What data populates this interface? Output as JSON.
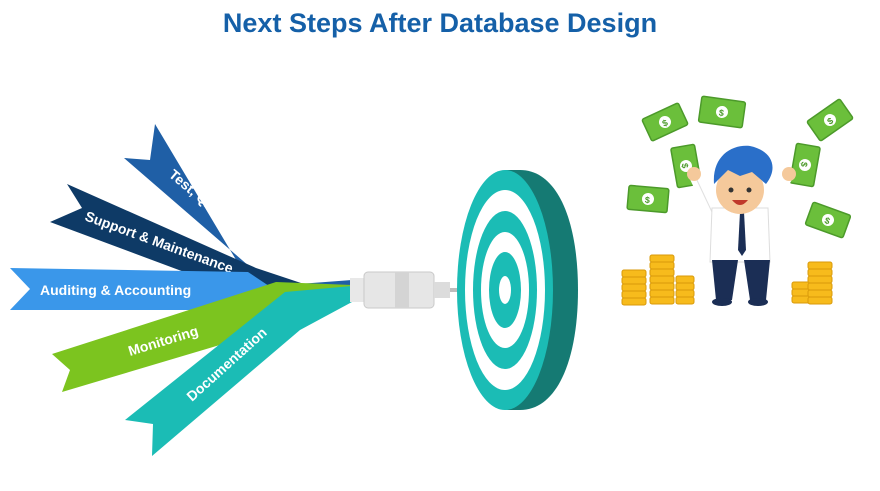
{
  "title": "Next Steps After Database Design",
  "ribbons": [
    {
      "label": "Test, QA, & Production",
      "color": "#1f5fa6"
    },
    {
      "label": "Support & Maintenance",
      "color": "#0e3a66"
    },
    {
      "label": "Auditing & Accounting",
      "color": "#3a97ea"
    },
    {
      "label": "Monitoring",
      "color": "#7cc41f"
    },
    {
      "label": "Documentation",
      "color": "#1bbcb5"
    }
  ],
  "colors": {
    "target_teal": "#1bbcb5",
    "target_dark": "#157a73",
    "dart_gray": "#c9c9c9",
    "money_green": "#6bbf3b",
    "coin_gold": "#f7bb1c",
    "hair_blue": "#2a6fc9"
  },
  "icons": [
    "dart-icon",
    "target-icon",
    "businessman-icon",
    "banknote-icon",
    "coin-stack-icon"
  ]
}
